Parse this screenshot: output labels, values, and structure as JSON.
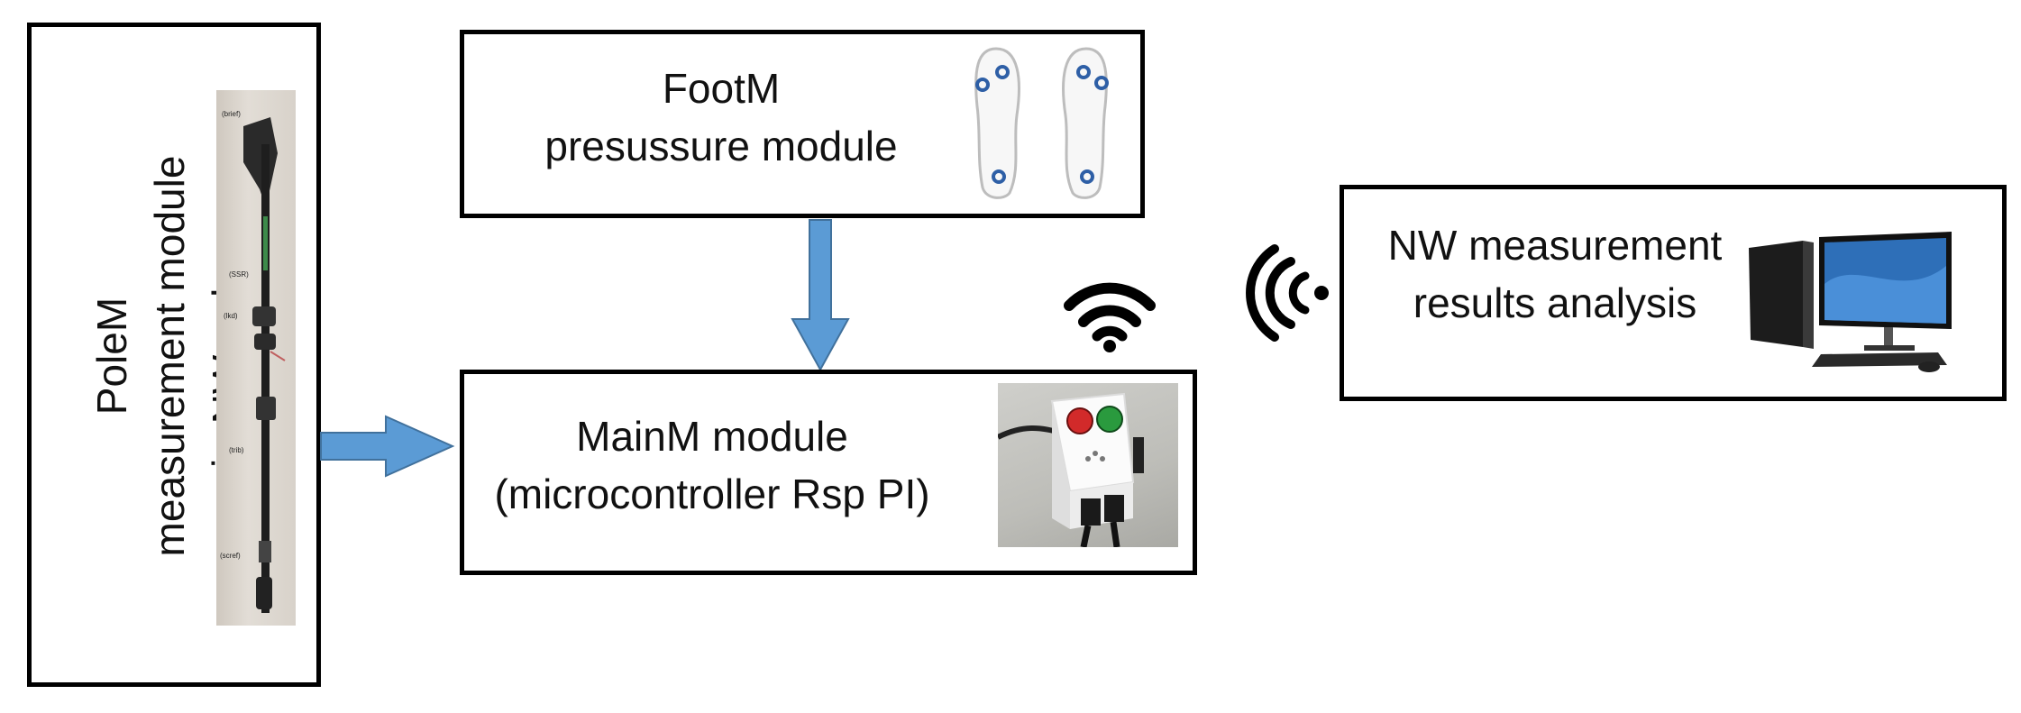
{
  "polem": {
    "line1": "PoleM",
    "line2": "measurement module",
    "line3": "in NW poles"
  },
  "pole_photo": {
    "labels": [
      "(brief)",
      "(SSR)",
      "(lkd)",
      "(trib)",
      "(scref)"
    ]
  },
  "footm": {
    "line1": "FootM",
    "line2": "presussure module"
  },
  "mainm": {
    "line1": "MainM module",
    "line2": "(microcontroller Rsp PI)"
  },
  "analysis": {
    "line1": "NW measurement",
    "line2": "results analysis"
  },
  "colors": {
    "arrow": "#5b9bd5",
    "arrow_edge": "#41719c",
    "border": "#000000",
    "sensor_dot": "#2e5fa6"
  },
  "icons": [
    "pole-photo",
    "insoles-icon",
    "wifi-icon",
    "wireless-signal-icon",
    "computer-icon",
    "raspberry-pi-photo"
  ]
}
